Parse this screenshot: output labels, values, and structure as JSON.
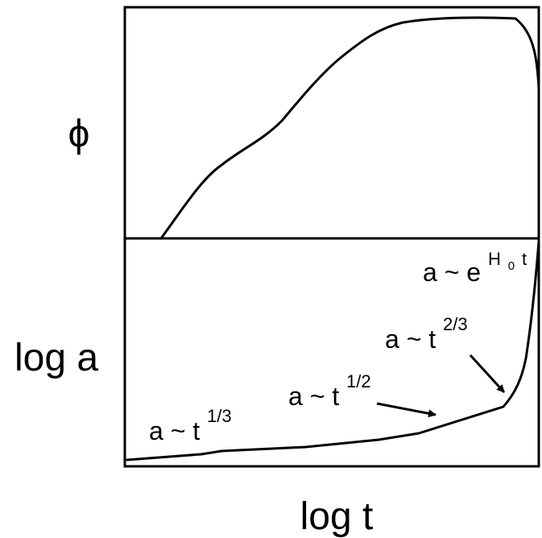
{
  "labels": {
    "top_panel_ylabel": "ϕ",
    "bottom_panel_ylabel": "log a",
    "xlabel": "log t"
  },
  "annotations": {
    "t13": {
      "base": "a ~ t",
      "sup": "1/3"
    },
    "t12": {
      "base": "a ~ t",
      "sup": "1/2"
    },
    "t23": {
      "base": "a ~ t",
      "sup": "2/3"
    },
    "exp": {
      "base": "a ~ e",
      "sup_main": "H",
      "sup_sub": "0",
      "sup_tail": " t"
    }
  },
  "colors": {
    "ink": "#000000",
    "background": "#ffffff"
  }
}
